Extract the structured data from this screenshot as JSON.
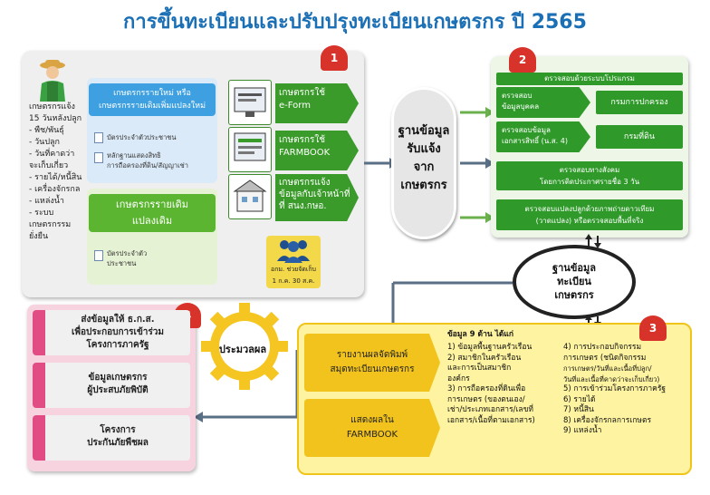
{
  "title": "การขึ้นทะเบียนและปรับปรุงทะเบียนเกษตรกร ปี 2565",
  "badges": {
    "p1": "1",
    "p2": "2",
    "p3": "3",
    "p4": "4"
  },
  "panel1": {
    "farmer_lines": [
      "เกษตรกรแจ้ง",
      "15 วันหลังปลูก",
      "- พืช/พันธุ์",
      "- วันปลูก",
      "- วันที่คาดว่า",
      "  จะเก็บเกี่ยว",
      "- รายได้/หนี้สิน",
      "- เครื่องจักรกล",
      "- แหล่งน้ำ",
      "- ระบบ",
      "  เกษตรกรรม",
      "  ยั่งยืน"
    ],
    "new_farmer": {
      "line1": "เกษตรกรรายใหม่ หรือ",
      "line2": "เกษตรกรรายเดิมเพิ่มแปลงใหม่"
    },
    "new_docs": [
      "บัตรประจำตัวประชาชน",
      "หลักฐานแสดงสิทธิ",
      "การถือครองที่ดิน/สัญญาเช่า"
    ],
    "old_farmer": {
      "line1": "เกษตรกรรายเดิม",
      "line2": "แปลงเดิม"
    },
    "old_docs": [
      "บัตรประจำตัว",
      "ประชาชน"
    ],
    "options": [
      {
        "line1": "เกษตรกรใช้",
        "line2": "e-Form",
        "line3": ""
      },
      {
        "line1": "เกษตรกรใช้",
        "line2": "FARMBOOK",
        "line3": ""
      },
      {
        "line1": "เกษตรกรแจ้ง",
        "line2": "ข้อมูลกับเจ้าหน้าที่",
        "line3": "ที่ สนง.กษอ."
      }
    ],
    "period": {
      "line1": "อกม. ช่วยจัดเก็บ",
      "line2": "1 ก.ค.   30 ส.ค."
    }
  },
  "pill": [
    "ฐานข้อมูล",
    "รับแจ้ง",
    "จาก",
    "เกษตรกร"
  ],
  "panel2": {
    "check_system": "ตรวจสอบด้วยระบบโปรแกรม",
    "check_person": {
      "line1": "ตรวจสอบ",
      "line2": "ข้อมูลบุคคล"
    },
    "dept_admin": "กรมการปกครอง",
    "check_land": {
      "line1": "ตรวจสอบข้อมูล",
      "line2": "เอกสารสิทธิ์ (น.ส. 4)"
    },
    "dept_land": "กรมที่ดิน",
    "social": {
      "line1": "ตรวจสอบทางสังคม",
      "line2": "โดยการติดประกาศรายชื่อ  3 วัน"
    },
    "field": {
      "line1": "ตรวจสอบแปลงปลูกด้วยภาพถ่ายดาวเทียม",
      "line2": "(วาดแปลง)  หรือตรวจสอบพื้นที่จริง"
    }
  },
  "oval": [
    "ฐานข้อมูล",
    "ทะเบียน",
    "เกษตรกร"
  ],
  "panel3": {
    "report": {
      "line1": "รายงานผลจัดพิมพ์",
      "line2": "สมุดทะเบียนเกษตรกร"
    },
    "show": {
      "line1": "แสดงผลใน",
      "line2": "FARMBOOK"
    },
    "heading": "ข้อมูล 9 ด้าน ได้แก่",
    "left_list": [
      "1) ข้อมูลพื้นฐานครัวเรือน",
      "2) สมาชิกในครัวเรือน",
      "    และการเป็นสมาชิก",
      "    องค์กร",
      "3) การถือครองที่ดินเพื่อ",
      "    การเกษตร (ของตนเอง/",
      "    เช่า/ประเภทเอกสาร/เลขที่",
      "    เอกสาร/เนื้อที่ตามเอกสาร)"
    ],
    "right_list": [
      "4) การประกอบกิจกรรม",
      "    การเกษตร (ชนิดกิจกรรม",
      "    การเกษตร/วันที่และเนื้อที่ปลูก/",
      "    วันที่และเนื้อที่คาดว่าจะเก็บเกี่ยว)",
      "5) การเข้าร่วมโครงการภาครัฐ",
      "6) รายได้",
      "7) หนี้สิน",
      "8) เครื่องจักรกลการเกษตร",
      "9) แหล่งน้ำ"
    ]
  },
  "panel4": {
    "row1": [
      "ส่งข้อมูลให้ ธ.ก.ส.",
      "เพื่อประกอบการเข้าร่วม",
      "โครงการภาครัฐ"
    ],
    "row2": [
      "ข้อมูลเกษตรกร",
      "ผู้ประสบภัยพิบัติ"
    ],
    "row3": [
      "โครงการ",
      "ประกันภัยพืชผล"
    ]
  },
  "gear": "ประมวลผล",
  "colors": {
    "green": "#3a9a2a",
    "blue": "#3ea0e0",
    "yellow": "#f2c31d",
    "pink": "#e24c84",
    "red": "#d8332a"
  }
}
